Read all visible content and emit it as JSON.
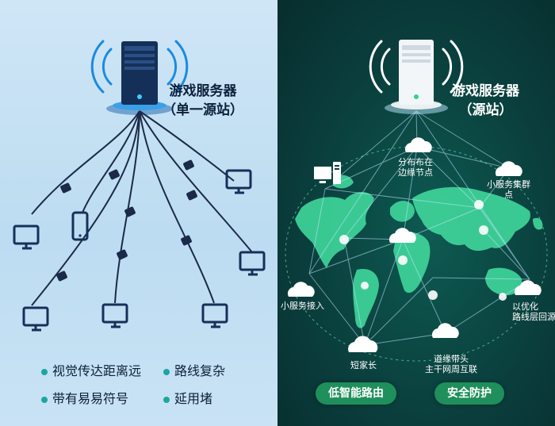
{
  "left": {
    "title_line1": "游戏服务器",
    "title_line2": "（单一源站）",
    "legend": [
      "视觉传达距离远",
      "路线复杂",
      "带有易易符号",
      "延用堵"
    ]
  },
  "right": {
    "title_line1": "游戏服务器",
    "title_line2": "（源站）",
    "labels": {
      "edge_line1": "分布布在",
      "edge_line2": "边缘节点",
      "cluster_line1": "小服务集群",
      "cluster_line2": "点",
      "access": "小服务接入",
      "optimize_line1": "以优化",
      "optimize_line2": "路线层回源",
      "short": "短家长",
      "backbone_line1": "道缘带头",
      "backbone_line2": "主干网周互联"
    },
    "buttons": [
      "低智能路由",
      "安全防护"
    ]
  },
  "colors": {
    "left_bg": "#c4e0f3",
    "right_bg": "#0a3f3d",
    "accent": "#1aa7a0",
    "map_green": "#3fd49a",
    "button_green": "#1f8f5b"
  },
  "icons": [
    "server-icon",
    "wifi-icon",
    "monitor-icon",
    "phone-icon",
    "router-icon",
    "cloud-icon",
    "desktop-pc-icon"
  ]
}
